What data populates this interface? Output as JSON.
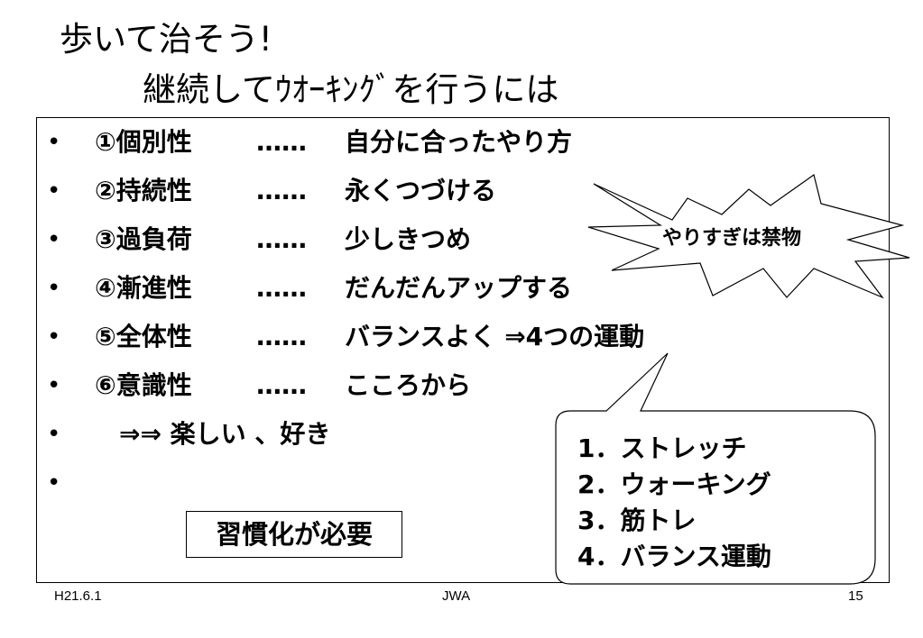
{
  "title": {
    "line1": "歩いて治そう!",
    "line2": "継続してｳｵｰｷﾝｸﾞを行うには"
  },
  "bullets": [
    {
      "principle": "①個別性",
      "ellipsis": "……",
      "meaning": "自分に合ったやり方"
    },
    {
      "principle": "②持続性",
      "ellipsis": "……",
      "meaning": "永くつづける"
    },
    {
      "principle": "③過負荷",
      "ellipsis": "……",
      "meaning": "少しきつめ"
    },
    {
      "principle": "④漸進性",
      "ellipsis": "……",
      "meaning": "だんだんアップする"
    },
    {
      "principle": "⑤全体性",
      "ellipsis": "……",
      "meaning": "バランスよく ⇒4つの運動"
    },
    {
      "principle": "⑥意識性",
      "ellipsis": "……",
      "meaning": "こころから"
    }
  ],
  "like_line": "⇒⇒  楽しい 、好き",
  "bullet_symbol": "•",
  "habit_box": "習慣化が必要",
  "warning_burst": "やりすぎは禁物",
  "exercises": [
    "1．ストレッチ",
    "2．ウォーキング",
    "3．筋トレ",
    "4．バランス運動"
  ],
  "footer": {
    "date": "H21.6.1",
    "org": "JWA",
    "page": "15"
  }
}
